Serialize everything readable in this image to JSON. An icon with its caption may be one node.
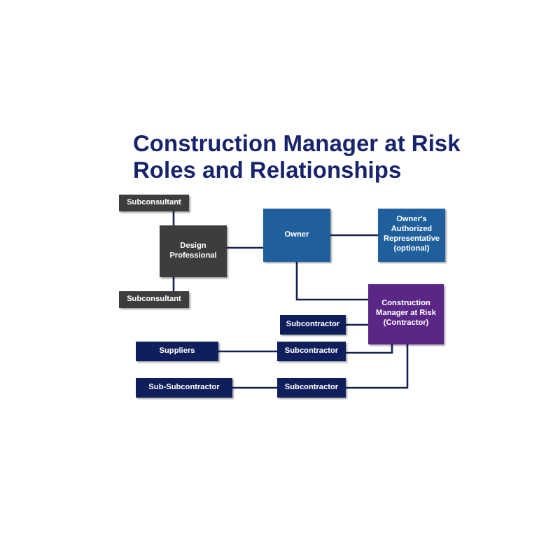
{
  "diagram": {
    "title": "Construction Manager at Risk Roles and Relationships",
    "nodes": [
      {
        "text": [
          "Subconsultant"
        ]
      },
      {
        "text": [
          "Design Professional"
        ]
      },
      {
        "text": [
          "Subconsultant"
        ]
      },
      {
        "text": [
          "Owner"
        ]
      },
      {
        "text": [
          "Owner's Authorized Representative (optional)"
        ]
      },
      {
        "text": [
          "Construction Manager at Risk (Contractor)"
        ]
      },
      {
        "text": [
          "Subcontractor"
        ]
      },
      {
        "text": [
          "Suppliers"
        ]
      },
      {
        "text": [
          "Subcontractor"
        ]
      },
      {
        "text": [
          "Sub-Subcontractor"
        ]
      },
      {
        "text": [
          "Subcontractor"
        ]
      }
    ],
    "edges": [
      {
        "from": 0,
        "to": 1,
        "arrow": "none"
      },
      {
        "from": 1,
        "to": 2,
        "arrow": "none"
      },
      {
        "from": 1,
        "to": 3,
        "arrow": "none"
      },
      {
        "from": 3,
        "to": 4,
        "arrow": "none"
      },
      {
        "from": 3,
        "to": 5,
        "arrow": "none"
      },
      {
        "from": 6,
        "to": 5,
        "arrow": "none"
      },
      {
        "from": 7,
        "to": 8,
        "arrow": "none"
      },
      {
        "from": 8,
        "to": 5,
        "arrow": "none"
      },
      {
        "from": 9,
        "to": 10,
        "arrow": "none"
      },
      {
        "from": 10,
        "to": 5,
        "arrow": "none"
      }
    ]
  }
}
